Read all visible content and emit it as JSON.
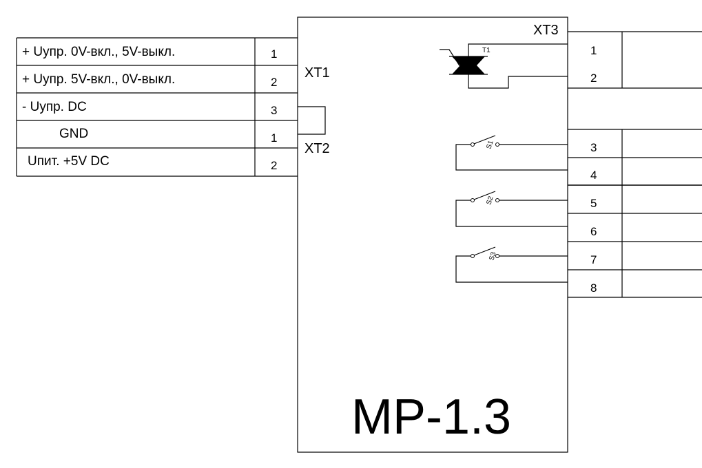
{
  "module_title": "MP-1.3",
  "connectors": {
    "xt1": "XT1",
    "xt2": "XT2",
    "xt3": "XT3"
  },
  "left_table": {
    "rows": [
      {
        "label": "+ Uупр. 0V-вкл., 5V-выкл.",
        "pin": "1"
      },
      {
        "label": "+ Uупр. 5V-вкл., 0V-выкл.",
        "pin": "2"
      },
      {
        "label": "- Uупр. DC",
        "pin": "3"
      },
      {
        "label": "GND",
        "pin": "1"
      },
      {
        "label": "Uпит. +5V DC",
        "pin": "2"
      }
    ]
  },
  "right_pins": [
    "1",
    "2",
    "3",
    "4",
    "5",
    "6",
    "7",
    "8"
  ],
  "components": {
    "triac": "T1",
    "switches": [
      "S1",
      "S2",
      "S3"
    ]
  }
}
